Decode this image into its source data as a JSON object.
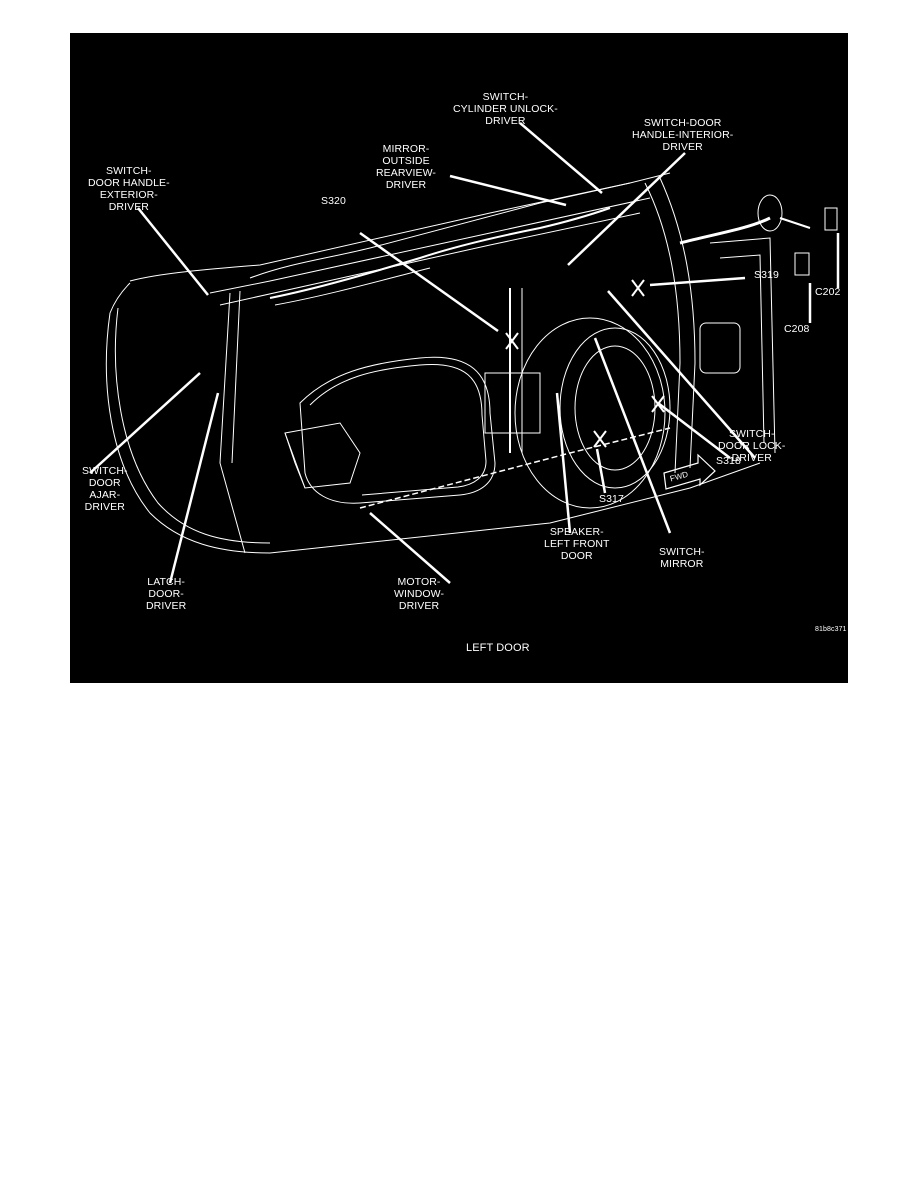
{
  "figure": {
    "title": "LEFT DOOR",
    "figure_id": "81b8c371",
    "colors": {
      "background": "#000000",
      "lines": "#ffffff",
      "page": "#ffffff"
    },
    "labels": [
      {
        "id": "switch-door-handle-exterior",
        "text": "SWITCH-\nDOOR HANDLE-\nEXTERIOR-\nDRIVER"
      },
      {
        "id": "s320",
        "text": "S320"
      },
      {
        "id": "mirror-outside-rearview",
        "text": "MIRROR-\nOUTSIDE\nREARVIEW-\nDRIVER"
      },
      {
        "id": "switch-cylinder-unlock",
        "text": "SWITCH-\nCYLINDER UNLOCK-\nDRIVER"
      },
      {
        "id": "switch-door-handle-interior",
        "text": "SWITCH-DOOR\nHANDLE-INTERIOR-\nDRIVER"
      },
      {
        "id": "s319",
        "text": "S319"
      },
      {
        "id": "c202",
        "text": "C202"
      },
      {
        "id": "c208",
        "text": "C208"
      },
      {
        "id": "switch-door-lock",
        "text": "SWITCH-\nDOOR LOCK-\nDRIVER"
      },
      {
        "id": "s318",
        "text": "S318"
      },
      {
        "id": "s317",
        "text": "S317"
      },
      {
        "id": "switch-door-ajar",
        "text": "SWITCH-\nDOOR\nAJAR-\nDRIVER"
      },
      {
        "id": "latch-door",
        "text": "LATCH-\nDOOR-\nDRIVER"
      },
      {
        "id": "motor-window",
        "text": "MOTOR-\nWINDOW-\nDRIVER"
      },
      {
        "id": "speaker-left-front-door",
        "text": "SPEAKER-\nLEFT FRONT\nDOOR"
      },
      {
        "id": "switch-mirror",
        "text": "SWITCH-\nMIRROR"
      }
    ],
    "fwd_arrow": "FWD"
  }
}
